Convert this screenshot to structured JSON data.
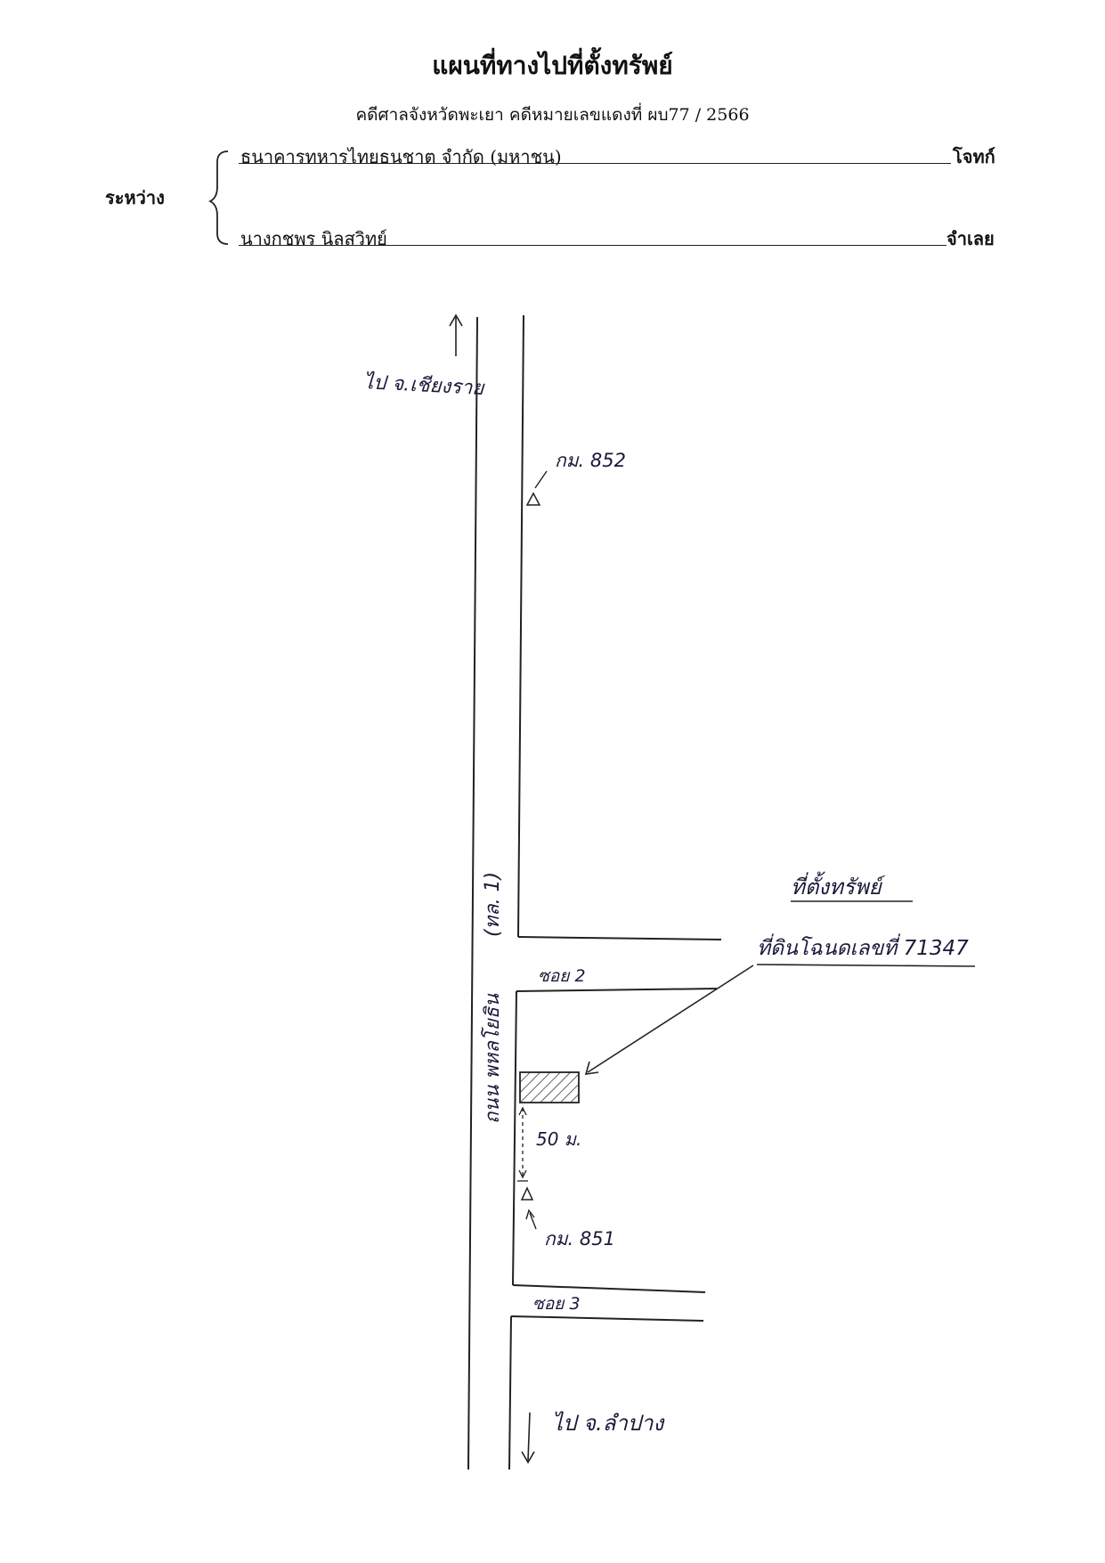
{
  "header": {
    "title": "แผนที่ทางไปที่ตั้งทรัพย์",
    "case_line": "คดีศาลจังหวัดพะเยา   คดีหมายเลขแดงที่ ผบ77 / 2566",
    "between_label": "ระหว่าง",
    "plaintiff": {
      "name": "ธนาคารทหารไทยธนชาต จำกัด (มหาชน)",
      "role": "โจทก์"
    },
    "defendant": {
      "name": "นางกชพร  นิลสวิทย์",
      "role": "จำเลย"
    }
  },
  "map": {
    "north_direction": "ไป จ.เชียงราย",
    "south_direction": "ไป จ.ลำปาง",
    "road_name": "ถนน พหลโยธิน",
    "road_code": "(ทล. 1)",
    "km_north": "กม. 852",
    "km_south": "กม. 851",
    "soi_2": "ซอย 2",
    "soi_3": "ซอย 3",
    "distance": "50 ม.",
    "property_title": "ที่ตั้งทรัพย์",
    "property_deed": "ที่ดินโฉนดเลขที่ 71347",
    "colors": {
      "ink": "#1a1a3a",
      "line": "#222222"
    }
  }
}
